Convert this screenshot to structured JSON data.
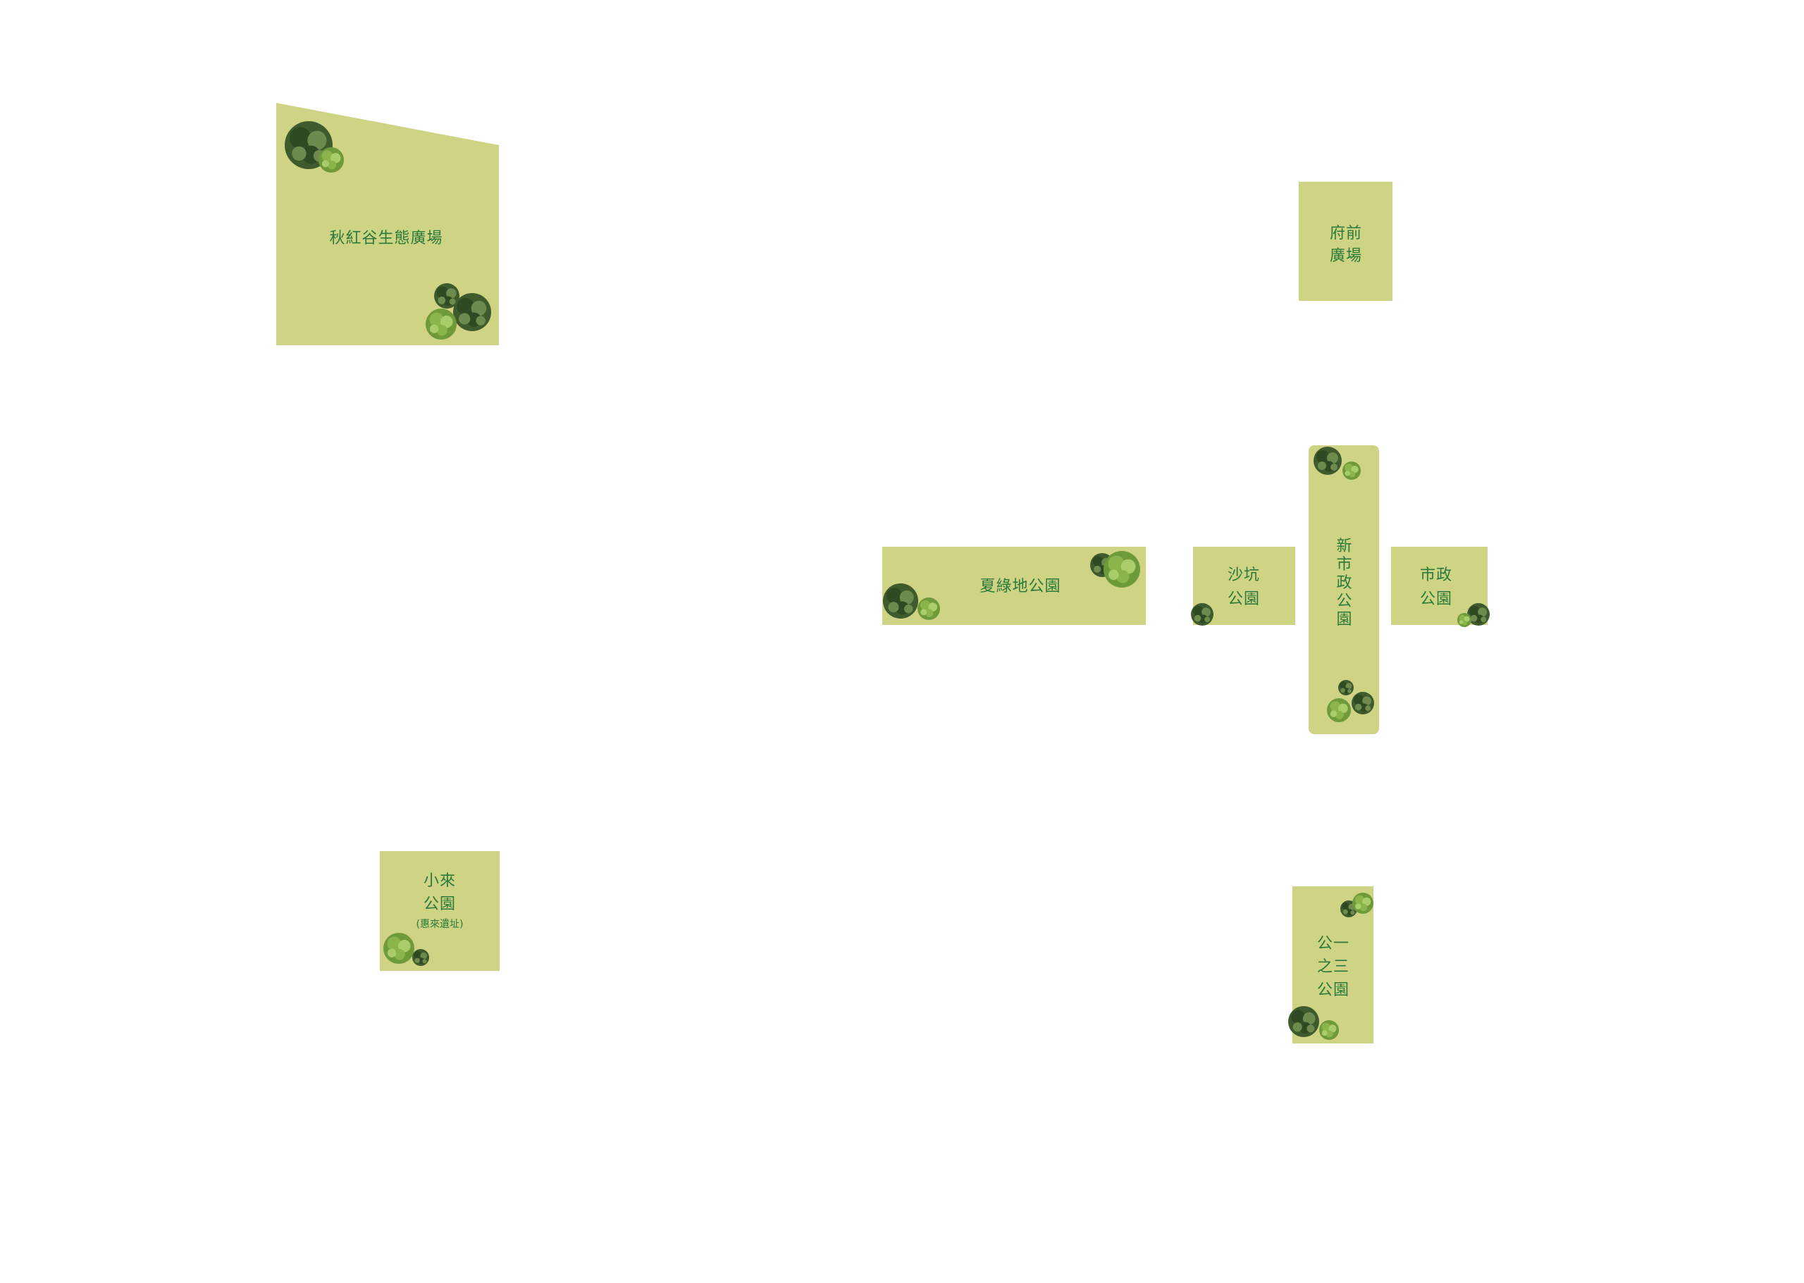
{
  "map": {
    "parks": [
      {
        "id": "qiuhonggu",
        "lines": [
          "秋紅谷生態廣場"
        ]
      },
      {
        "id": "fuqian",
        "lines": [
          "府前",
          "廣場"
        ]
      },
      {
        "id": "xialudi",
        "lines": [
          "夏綠地公園"
        ]
      },
      {
        "id": "shakeng",
        "lines": [
          "沙坑",
          "公園"
        ]
      },
      {
        "id": "xinshizheng",
        "lines": [
          "新",
          "市",
          "政",
          "公",
          "園"
        ]
      },
      {
        "id": "shizheng",
        "lines": [
          "市政",
          "公園"
        ]
      },
      {
        "id": "xiaolai",
        "lines": [
          "小來",
          "公園"
        ],
        "sub": "(惠來遺址)"
      },
      {
        "id": "gongyizhisan",
        "lines": [
          "公一",
          "之三",
          "公園"
        ]
      }
    ],
    "colors": {
      "park_fill": "#cfd384",
      "label": "#2a7a3a",
      "tree_dark": "#3f5a2c",
      "tree_light": "#7ba544"
    },
    "icons": [
      "tree-cluster-icon"
    ]
  }
}
